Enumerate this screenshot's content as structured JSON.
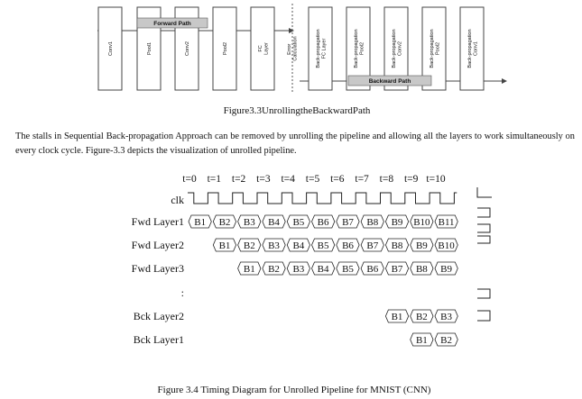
{
  "figure_top": {
    "forward_blocks": [
      "Conv1",
      "Pool1",
      "Conv2",
      "Pool2",
      "FC Layer"
    ],
    "error_label": "Error Calculation",
    "backward_blocks": [
      "Back-propagation FC Layer",
      "Back-propagation Pool2",
      "Back-propagation Conv2",
      "Back-propagation Pool2",
      "Back-propagation Conv1"
    ],
    "forward_path_label": "Forward Path",
    "backward_path_label": "Backward Path",
    "caption": "Figure3.3UnrollingtheBackwardPath"
  },
  "paragraph": "The stalls in Sequential Back-propagation Approach can be removed by unrolling the pipeline and allowing all the layers to work simultaneously on every clock cycle. Figure-3.3 depicts the visualization of unrolled pipeline.",
  "timing": {
    "time_labels": [
      "t=0",
      "t=1",
      "t=2",
      "t=3",
      "t=4",
      "t=5",
      "t=6",
      "t=7",
      "t=8",
      "t=9",
      "t=10"
    ],
    "clk_label": "clk",
    "rows": [
      {
        "label": "Fwd Layer1",
        "start": 0,
        "cells": [
          "B1",
          "B2",
          "B3",
          "B4",
          "B5",
          "B6",
          "B7",
          "B8",
          "B9",
          "B10",
          "B11"
        ]
      },
      {
        "label": "Fwd Layer2",
        "start": 1,
        "cells": [
          "B1",
          "B2",
          "B3",
          "B4",
          "B5",
          "B6",
          "B7",
          "B8",
          "B9",
          "B10"
        ]
      },
      {
        "label": "Fwd Layer3",
        "start": 2,
        "cells": [
          "B1",
          "B2",
          "B3",
          "B4",
          "B5",
          "B6",
          "B7",
          "B8",
          "B9"
        ]
      },
      {
        "label": ":",
        "start": 0,
        "cells": []
      },
      {
        "label": "Bck Layer2",
        "start": 8,
        "cells": [
          "B1",
          "B2",
          "B3"
        ]
      },
      {
        "label": "Bck Layer1",
        "start": 9,
        "cells": [
          "B1",
          "B2"
        ]
      }
    ],
    "caption": "Figure 3.4 Timing Diagram for Unrolled Pipeline for MNIST (CNN)"
  }
}
